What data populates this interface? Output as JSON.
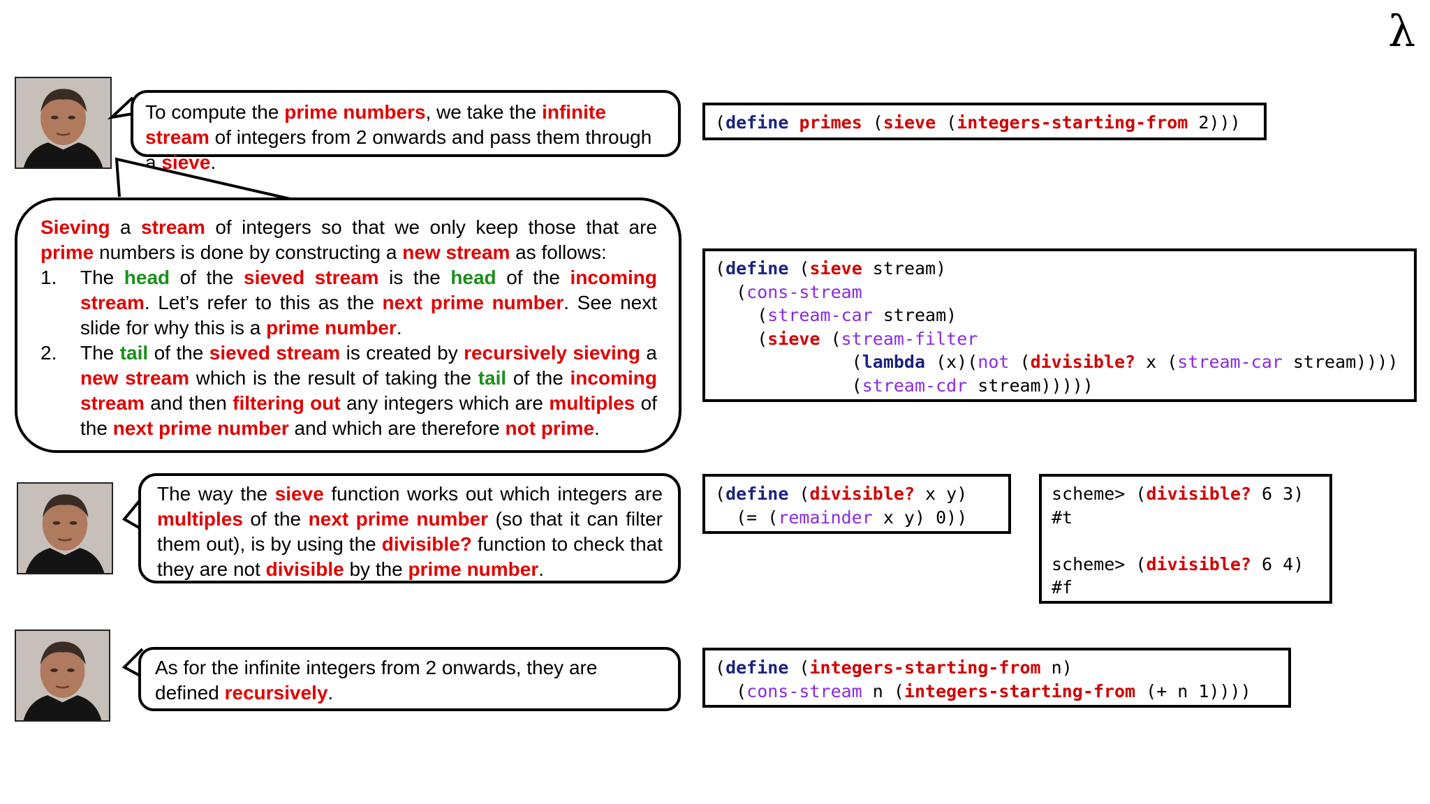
{
  "corner_symbol": "λ",
  "bubble1": {
    "segments": [
      {
        "t": "To compute the "
      },
      {
        "t": "prime numbers",
        "c": "r"
      },
      {
        "t": ", we take the "
      },
      {
        "t": "infinite stream",
        "c": "r"
      },
      {
        "t": " of integers from 2 onwards and pass them through a "
      },
      {
        "t": "sieve",
        "c": "r"
      },
      {
        "t": "."
      }
    ]
  },
  "bubble2": {
    "intro": [
      {
        "t": "Sieving",
        "c": "r"
      },
      {
        "t": " a "
      },
      {
        "t": "stream",
        "c": "r"
      },
      {
        "t": " of integers so that we only keep those that are "
      },
      {
        "t": "prime",
        "c": "r"
      },
      {
        "t": " numbers is done by constructing a "
      },
      {
        "t": "new stream",
        "c": "r"
      },
      {
        "t": " as follows:"
      }
    ],
    "items": [
      {
        "num": "1.",
        "segments": [
          {
            "t": "The "
          },
          {
            "t": "head",
            "c": "g"
          },
          {
            "t": " of the "
          },
          {
            "t": "sieved stream",
            "c": "r"
          },
          {
            "t": " is the "
          },
          {
            "t": "head",
            "c": "g"
          },
          {
            "t": " of the "
          },
          {
            "t": "incoming stream",
            "c": "r"
          },
          {
            "t": ". Let’s refer to this as the "
          },
          {
            "t": "next prime number",
            "c": "r"
          },
          {
            "t": ". See next slide for why this is a "
          },
          {
            "t": "prime number",
            "c": "r"
          },
          {
            "t": "."
          }
        ]
      },
      {
        "num": "2.",
        "segments": [
          {
            "t": "The "
          },
          {
            "t": "tail",
            "c": "g"
          },
          {
            "t": " of the "
          },
          {
            "t": "sieved stream",
            "c": "r"
          },
          {
            "t": " is created by "
          },
          {
            "t": "recursively sieving",
            "c": "r"
          },
          {
            "t": " a "
          },
          {
            "t": "new stream",
            "c": "r"
          },
          {
            "t": " which is the result of taking the "
          },
          {
            "t": "tail",
            "c": "g"
          },
          {
            "t": " of the "
          },
          {
            "t": "incoming stream",
            "c": "r"
          },
          {
            "t": " and then "
          },
          {
            "t": "filtering out",
            "c": "r"
          },
          {
            "t": " any integers which are "
          },
          {
            "t": "multiples",
            "c": "r"
          },
          {
            "t": " of the "
          },
          {
            "t": "next prime number",
            "c": "r"
          },
          {
            "t": " and which are therefore "
          },
          {
            "t": "not prime",
            "c": "r"
          },
          {
            "t": "."
          }
        ]
      }
    ]
  },
  "bubble3": {
    "segments": [
      {
        "t": "The way the "
      },
      {
        "t": "sieve",
        "c": "r"
      },
      {
        "t": " function works out which integers are "
      },
      {
        "t": "multiples",
        "c": "r"
      },
      {
        "t": " of the "
      },
      {
        "t": "next prime number",
        "c": "r"
      },
      {
        "t": " (so that it can filter them out), is by using the "
      },
      {
        "t": "divisible?",
        "c": "r"
      },
      {
        "t": " function to check that they are not "
      },
      {
        "t": "divisible",
        "c": "r"
      },
      {
        "t": " by the "
      },
      {
        "t": "prime number",
        "c": "r"
      },
      {
        "t": "."
      }
    ]
  },
  "bubble4": {
    "segments": [
      {
        "t": "As for the infinite integers from 2 onwards, they are defined "
      },
      {
        "t": "recursively",
        "c": "r"
      },
      {
        "t": "."
      }
    ]
  },
  "code_primes": [
    [
      {
        "t": "("
      },
      {
        "t": "define",
        "c": "kd"
      },
      {
        "t": " "
      },
      {
        "t": "primes",
        "c": "kr"
      },
      {
        "t": " ("
      },
      {
        "t": "sieve",
        "c": "kr"
      },
      {
        "t": " ("
      },
      {
        "t": "integers-starting-from",
        "c": "kr"
      },
      {
        "t": " 2)))"
      }
    ]
  ],
  "code_sieve": [
    [
      {
        "t": "("
      },
      {
        "t": "define",
        "c": "kd"
      },
      {
        "t": " ("
      },
      {
        "t": "sieve",
        "c": "kr"
      },
      {
        "t": " stream)"
      }
    ],
    [
      {
        "t": "  ("
      },
      {
        "t": "cons-stream",
        "c": "kp"
      }
    ],
    [
      {
        "t": "    ("
      },
      {
        "t": "stream-car",
        "c": "kp"
      },
      {
        "t": " stream)"
      }
    ],
    [
      {
        "t": "    ("
      },
      {
        "t": "sieve",
        "c": "kr"
      },
      {
        "t": " ("
      },
      {
        "t": "stream-filter",
        "c": "kp"
      }
    ],
    [
      {
        "t": "             ("
      },
      {
        "t": "lambda",
        "c": "kd"
      },
      {
        "t": " (x)("
      },
      {
        "t": "not",
        "c": "kp"
      },
      {
        "t": " ("
      },
      {
        "t": "divisible?",
        "c": "kr"
      },
      {
        "t": " x ("
      },
      {
        "t": "stream-car",
        "c": "kp"
      },
      {
        "t": " stream))))"
      }
    ],
    [
      {
        "t": "             ("
      },
      {
        "t": "stream-cdr",
        "c": "kp"
      },
      {
        "t": " stream)))))"
      }
    ]
  ],
  "code_divisible": [
    [
      {
        "t": "("
      },
      {
        "t": "define",
        "c": "kd"
      },
      {
        "t": " ("
      },
      {
        "t": "divisible?",
        "c": "kr"
      },
      {
        "t": " x y)"
      }
    ],
    [
      {
        "t": "  (= ("
      },
      {
        "t": "remainder",
        "c": "kp"
      },
      {
        "t": " x y) 0))"
      }
    ]
  ],
  "code_repl": [
    [
      {
        "t": "scheme> ("
      },
      {
        "t": "divisible?",
        "c": "kr"
      },
      {
        "t": " 6 3)"
      }
    ],
    [
      {
        "t": "#t"
      }
    ],
    [
      {
        "t": ""
      }
    ],
    [
      {
        "t": "scheme> ("
      },
      {
        "t": "divisible?",
        "c": "kr"
      },
      {
        "t": " 6 4)"
      }
    ],
    [
      {
        "t": "#f"
      }
    ]
  ],
  "code_integers": [
    [
      {
        "t": "("
      },
      {
        "t": "define",
        "c": "kd"
      },
      {
        "t": " ("
      },
      {
        "t": "integers-starting-from",
        "c": "kr"
      },
      {
        "t": " n)"
      }
    ],
    [
      {
        "t": "  ("
      },
      {
        "t": "cons-stream",
        "c": "kp"
      },
      {
        "t": " n ("
      },
      {
        "t": "integers-starting-from",
        "c": "kr"
      },
      {
        "t": " (+ n 1))))"
      }
    ]
  ]
}
